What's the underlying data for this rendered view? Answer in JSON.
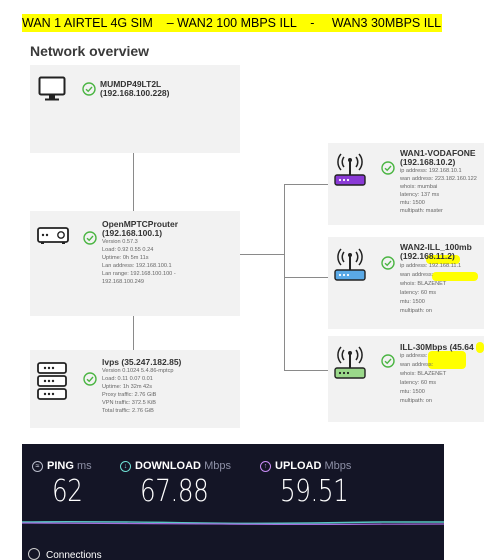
{
  "banner": {
    "text": "WAN 1 AIRTEL 4G SIM    – WAN2 100 MBPS ILL    -     WAN3 30MBPS ILL"
  },
  "overview": {
    "title": "Network overview",
    "client": {
      "name": "MUMDP49LT2L",
      "ip": "(192.168.100.228)",
      "icon": "monitor-icon"
    },
    "router": {
      "name": "OpenMPTCProuter",
      "ip": "(192.168.100.1)",
      "icon": "router-icon",
      "details": [
        "Version 0.57.3",
        "Load: 0.92 0.55 0.24",
        "Uptime: 0h 5m 11s",
        "Lan address: 192.168.100.1",
        "Lan range: 192.168.100.100 -",
        "192.168.100.249"
      ]
    },
    "server": {
      "name": "lvps (35.247.182.85)",
      "icon": "server-icon",
      "details": [
        "Version 0.1024 5.4.86-mptcp",
        "Load: 0.11 0.07 0.01",
        "Uptime: 1h 32m 42s",
        "Proxy traffic: 2.76 GiB",
        "VPN traffic: 372.5 KiB",
        "Total traffic: 2.76 GiB"
      ]
    },
    "wans": [
      {
        "name": "WAN1-VODAFONE",
        "ip": "(192.168.10.2)",
        "color": "#8a3ad6",
        "details": [
          "ip address: 192.168.10.1",
          "wan address: 223.182.160.122",
          "whois: mumbai",
          "latency: 137 ms",
          "mtu: 1500",
          "multipath: master"
        ]
      },
      {
        "name": "WAN2-ILL_100mb",
        "ip": "(192.168.11.2)",
        "color": "#5aa9e6",
        "details": [
          "ip address: 192.168.11.1",
          "wan address:",
          "whois: BLAZENET",
          "latency: 60 ms",
          "mtu: 1500",
          "multipath: on"
        ]
      },
      {
        "name": "ILL-30Mbps (45.64",
        "ip": "",
        "color": "#9ad88a",
        "details": [
          "ip address:",
          "wan address:",
          "whois: BLAZENET",
          "latency: 60 ms",
          "mtu: 1500",
          "multipath: on"
        ]
      }
    ]
  },
  "speedtest": {
    "ping": {
      "label": "PING",
      "unit": "ms",
      "value": "62"
    },
    "download": {
      "label": "DOWNLOAD",
      "unit": "Mbps",
      "value": "67.88"
    },
    "upload": {
      "label": "UPLOAD",
      "unit": "Mbps",
      "value": "59.51"
    },
    "connections_label": "Connections"
  }
}
